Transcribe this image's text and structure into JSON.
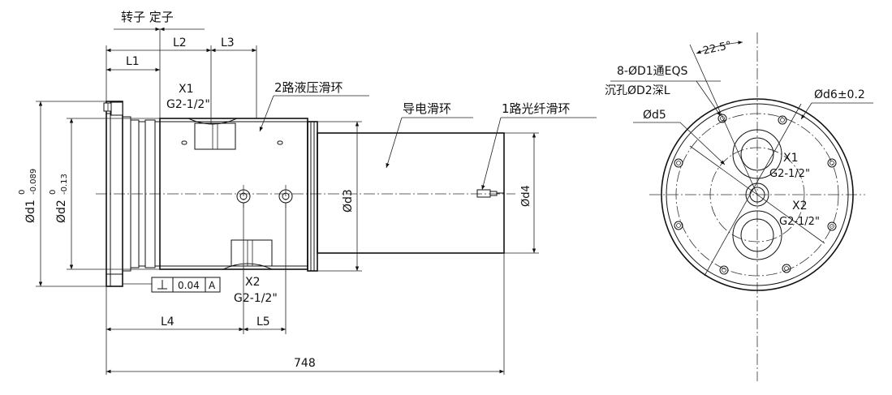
{
  "labels": {
    "rotor_stator": "转子 定子",
    "L1": "L1",
    "L2": "L2",
    "L3": "L3",
    "L4": "L4",
    "L5": "L5",
    "total_length": "748",
    "hydraulic_ring": "2路液压滑环",
    "electric_ring": "导电滑环",
    "fiber_ring": "1路光纤滑环",
    "X1": "X1",
    "X1_thread": "G2-1/2\"",
    "X2": "X2",
    "X2_thread": "G2-1/2\"",
    "d1_main": "Ød1",
    "d1_upper": "0",
    "d1_lower": "-0.089",
    "d2_main": "Ød2",
    "d2_upper": "0",
    "d2_lower": "-0.13",
    "d3": "Ød3",
    "d4": "Ød4",
    "tolerance_value": "0.04",
    "tolerance_datum": "A",
    "angle": "22.5°",
    "holes": "8-ØD1通EQS",
    "counterbore": "沉孔ØD2深L",
    "d5": "Ød5",
    "d6": "Ød6±0.2",
    "end_X1": "X1",
    "end_X1_thread": "G2-1/2\"",
    "end_X2": "X2",
    "end_X2_thread": "G2-1/2\""
  }
}
